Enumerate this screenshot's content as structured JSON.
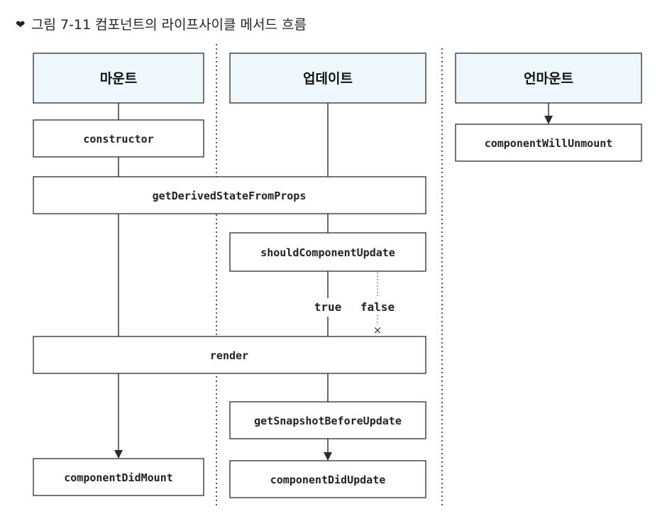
{
  "caption": {
    "marker": "❤",
    "text": "그림 7-11 컴포넌트의 라이프사이클 메서드 흐름"
  },
  "columns": {
    "mount": "마운트",
    "update": "업데이트",
    "unmount": "언마운트"
  },
  "methods": {
    "constructor": "constructor",
    "getDerivedStateFromProps": "getDerivedStateFromProps",
    "shouldComponentUpdate": "shouldComponentUpdate",
    "render": "render",
    "getSnapshotBeforeUpdate": "getSnapshotBeforeUpdate",
    "componentDidMount": "componentDidMount",
    "componentDidUpdate": "componentDidUpdate",
    "componentWillUnmount": "componentWillUnmount"
  },
  "branches": {
    "true_label": "true",
    "false_label": "false",
    "blocked_mark": "×"
  },
  "colors": {
    "header_fill": "#eef7fb",
    "stroke": "#2b2b2b"
  }
}
